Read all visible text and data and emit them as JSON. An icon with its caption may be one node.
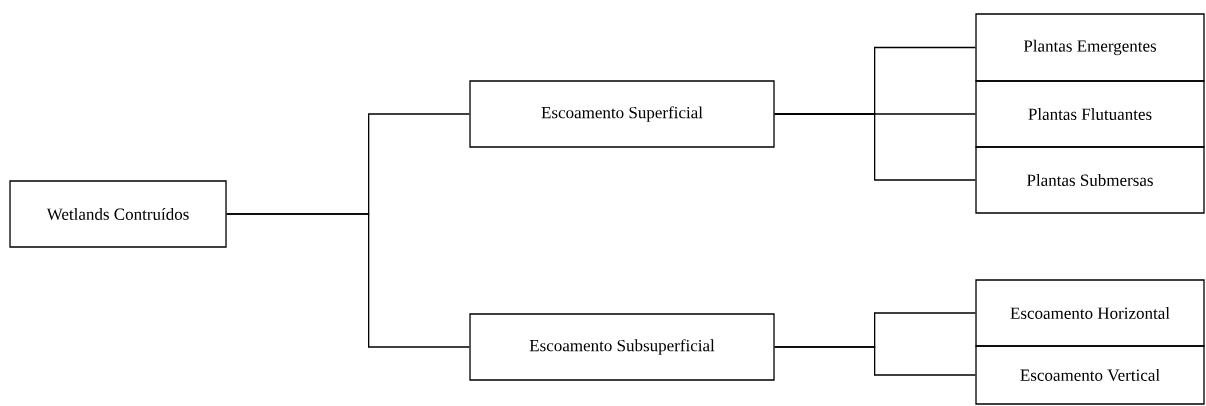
{
  "diagram": {
    "nodes": [
      {
        "text": [
          "Wetlands Contruídos"
        ]
      },
      {
        "text": [
          "Escoamento Superficial"
        ]
      },
      {
        "text": [
          "Escoamento Subsuperficial"
        ]
      },
      {
        "text": [
          "Plantas Emergentes"
        ]
      },
      {
        "text": [
          "Plantas Flutuantes"
        ]
      },
      {
        "text": [
          "Plantas Submersas"
        ]
      },
      {
        "text": [
          "Escoamento Horizontal"
        ]
      },
      {
        "text": [
          "Escoamento Vertical"
        ]
      }
    ],
    "edges": [
      {
        "from": 0,
        "to": 1,
        "arrow": "none"
      },
      {
        "from": 0,
        "to": 2,
        "arrow": "none"
      },
      {
        "from": 1,
        "to": 3,
        "arrow": "none"
      },
      {
        "from": 1,
        "to": 4,
        "arrow": "none"
      },
      {
        "from": 1,
        "to": 5,
        "arrow": "none"
      },
      {
        "from": 2,
        "to": 6,
        "arrow": "none"
      },
      {
        "from": 2,
        "to": 7,
        "arrow": "none"
      }
    ]
  }
}
